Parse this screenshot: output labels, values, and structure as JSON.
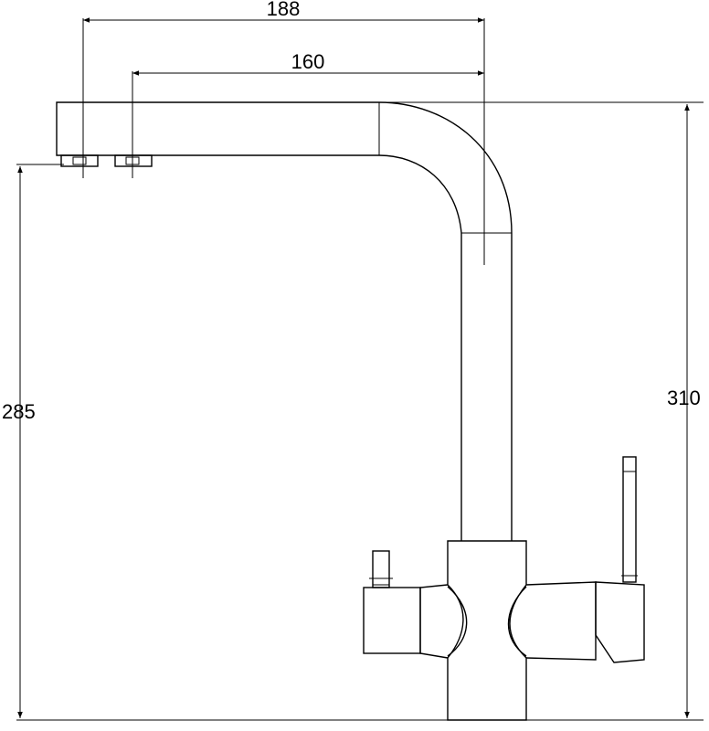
{
  "drawing": {
    "subject": "faucet",
    "dimensions": {
      "width_outer": "188",
      "width_inner": "160",
      "height_left": "285",
      "height_right": "310"
    },
    "stroke_color": "#000000",
    "background_color": "#ffffff"
  }
}
